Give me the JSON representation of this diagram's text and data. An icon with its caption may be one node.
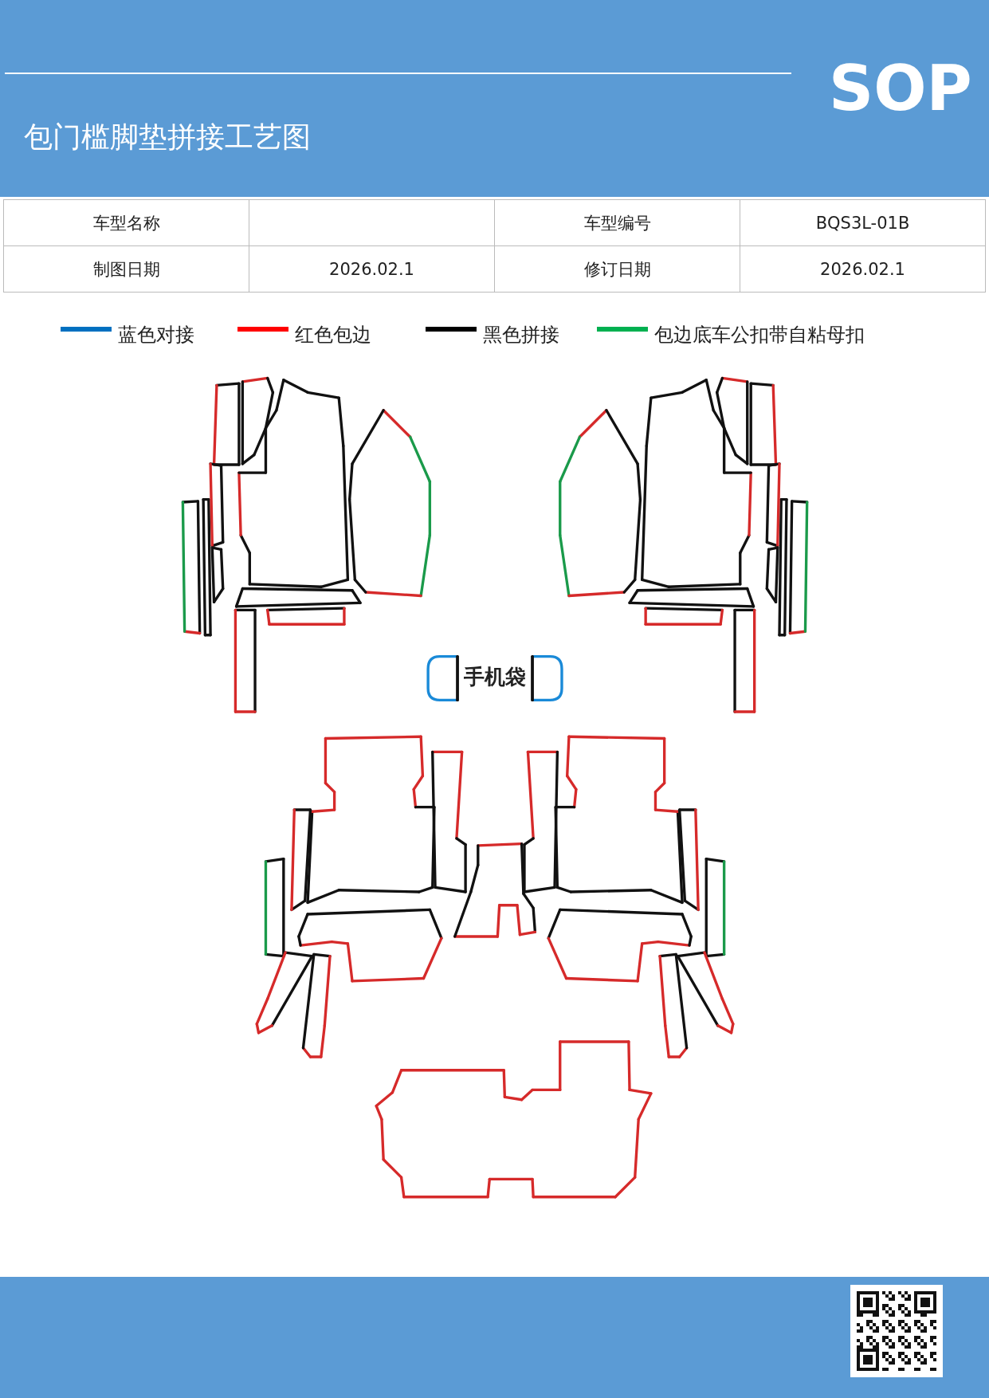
{
  "diagram": {
    "title": "包门槛脚垫拼接工艺图",
    "labels": [
      "SOP",
      "车型名称",
      "车型编号",
      "BQS3L-01B",
      "制图日期",
      "2026.02.1",
      "修订日期",
      "2026.02.1",
      "手机袋"
    ],
    "legend": [
      {
        "text": "蓝色对接",
        "color": "#0070c0"
      },
      {
        "text": "红色包边",
        "color": "#ff0000"
      },
      {
        "text": "黑色拼接",
        "color": "#000000"
      },
      {
        "text": "包边底车公扣带自粘母扣",
        "color": "#00b050"
      }
    ]
  }
}
